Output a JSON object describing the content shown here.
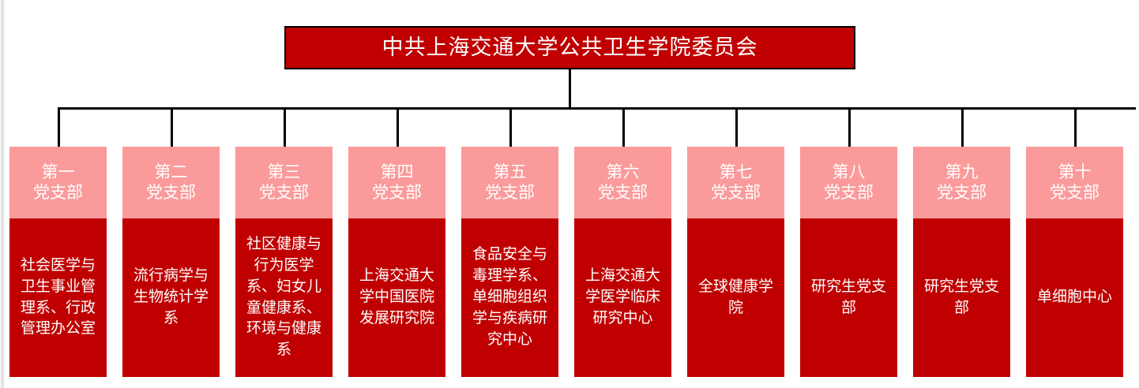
{
  "chart": {
    "type": "org-chart",
    "title": "中共上海交通大学公共卫生学院委员会",
    "colors": {
      "root_fill": "#C00000",
      "branch_header_fill": "#FB9A9A",
      "branch_body_fill": "#C00000",
      "text": "#FFFFFF",
      "connector": "#000000",
      "background": "#FFFFFF"
    },
    "branches": [
      {
        "header": "第一\n党支部",
        "body": "社会医学与卫生事业管理系、行政管理办公室"
      },
      {
        "header": "第二\n党支部",
        "body": "流行病学与生物统计学系"
      },
      {
        "header": "第三\n党支部",
        "body": "社区健康与行为医学系、妇女儿童健康系、环境与健康系"
      },
      {
        "header": "第四\n党支部",
        "body": "上海交通大学中国医院发展研究院"
      },
      {
        "header": "第五\n党支部",
        "body": "食品安全与毒理学系、单细胞组织学与疾病研究中心"
      },
      {
        "header": "第六\n党支部",
        "body": "上海交通大学医学临床研究中心"
      },
      {
        "header": "第七\n党支部",
        "body": "全球健康学院"
      },
      {
        "header": "第八\n党支部",
        "body": "研究生党支部"
      },
      {
        "header": "第九\n党支部",
        "body": "研究生党支部"
      },
      {
        "header": "第十\n党支部",
        "body": "单细胞中心"
      }
    ]
  }
}
